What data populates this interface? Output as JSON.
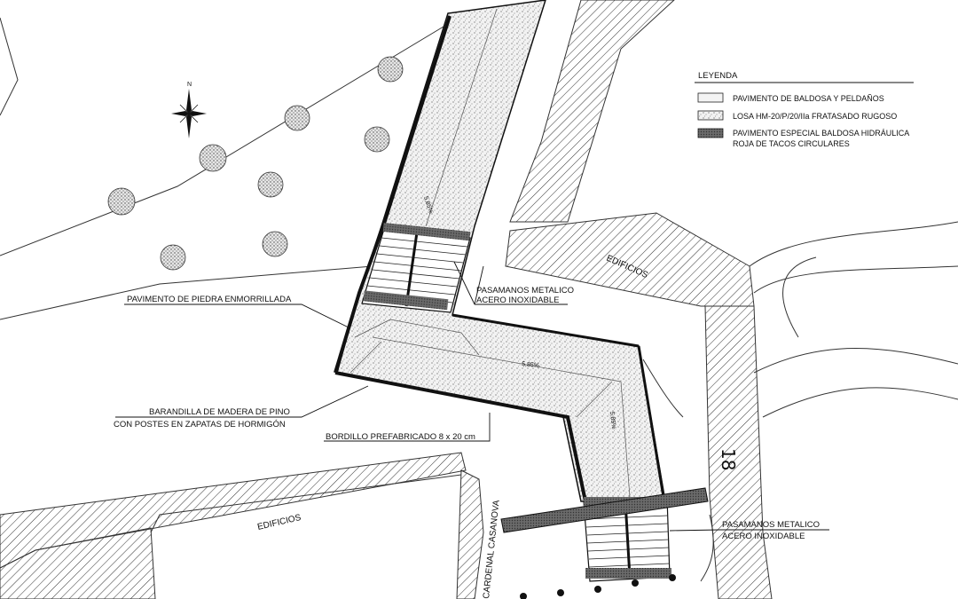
{
  "legend": {
    "title": "LEYENDA",
    "items": [
      {
        "lines": [
          "PAVIMENTO DE BALDOSA Y PELDAÑOS"
        ],
        "swatch": "plain"
      },
      {
        "lines": [
          "LOSA HM-20/P/20/IIa FRATASADO RUGOSO"
        ],
        "swatch": "speckle"
      },
      {
        "lines": [
          "PAVIMENTO ESPECIAL BALDOSA HIDRÁULICA",
          "ROJA DE TACOS CIRCULARES"
        ],
        "swatch": "dark"
      }
    ]
  },
  "labels": {
    "piedra": "PAVIMENTO DE PIEDRA ENMORRILLADA",
    "barandilla_1": "BARANDILLA DE MADERA DE PINO",
    "barandilla_2": "CON POSTES EN ZAPATAS DE HORMIGÓN",
    "bordillo": "BORDILLO PREFABRICADO 8 x 20 cm",
    "pasamanos_top_1": "PASAMANOS METALICO",
    "pasamanos_top_2": "ACERO INOXIDABLE",
    "pasamanos_bottom_1": "PASAMANOS METALICO",
    "pasamanos_bottom_2": "ACERO INOXIDABLE",
    "edificios_right": "EDIFICIOS",
    "edificios_left": "EDIFICIOS",
    "street": "CARDENAL CASANOVA",
    "number": "18",
    "north": "N"
  },
  "slopes": {
    "upper": "5,85%",
    "middle": "5,85%",
    "right": "5,85%"
  }
}
